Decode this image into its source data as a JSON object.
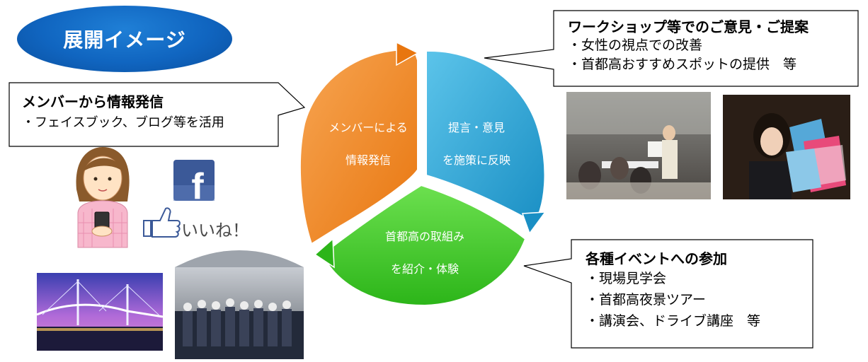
{
  "title": "展開イメージ",
  "cycle": {
    "orange": {
      "line1": "メンバーによる",
      "line2": "情報発信",
      "color": "#f08a24"
    },
    "blue": {
      "line1": "提言・意見",
      "line2": "を施策に反映",
      "color": "#2ba6d6"
    },
    "green": {
      "line1": "首都高の取組み",
      "line2": "を紹介・体験",
      "color": "#3fcf2a"
    }
  },
  "callouts": {
    "members": {
      "heading": "メンバーから情報発信",
      "items": [
        "・フェイスブック、ブログ等を活用"
      ]
    },
    "workshop": {
      "heading": "ワークショップ等でのご意見・ご提案",
      "items": [
        "・女性の視点での改善",
        "・首都高おすすめスポットの提供　等"
      ]
    },
    "events": {
      "heading": "各種イベントへの参加",
      "items": [
        "・現場見学会",
        "・首都高夜景ツアー",
        "・講演会、ドライブ講座　等"
      ]
    }
  },
  "facebook": {
    "like_text": "いいね！",
    "logo_letter": "f",
    "brand_color": "#3b5998"
  },
  "photos": {
    "workshop_photo": "workshop-meeting-photo",
    "magazine_photo": "woman-with-magazines-photo",
    "bridge_photo": "night-bridge-photo",
    "tour_photo": "site-tour-group-photo"
  }
}
